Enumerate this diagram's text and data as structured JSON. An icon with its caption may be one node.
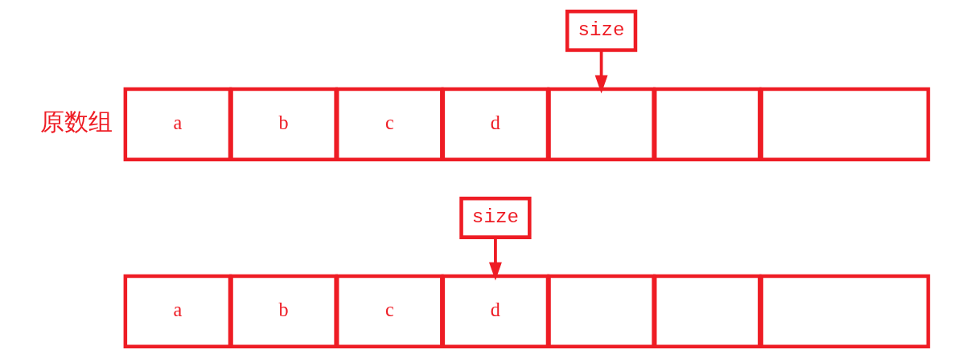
{
  "diagram": {
    "nodes": [
      {
        "text": [
          "size"
        ]
      },
      {
        "text": [
          "a"
        ]
      },
      {
        "text": [
          "b"
        ]
      },
      {
        "text": [
          "c"
        ]
      },
      {
        "text": [
          "d"
        ]
      },
      {
        "text": [],
        "shape": "box"
      },
      {
        "text": [],
        "shape": "box"
      },
      {
        "text": [],
        "shape": "box"
      },
      {
        "text": [
          "size"
        ]
      },
      {
        "text": [
          "a"
        ]
      },
      {
        "text": [
          "b"
        ]
      },
      {
        "text": [
          "c"
        ]
      },
      {
        "text": [
          "d"
        ]
      },
      {
        "text": [],
        "shape": "box"
      },
      {
        "text": [],
        "shape": "box"
      },
      {
        "text": [],
        "shape": "box"
      }
    ],
    "edges": [
      {
        "from": 0,
        "to": 5,
        "arrow": "to"
      },
      {
        "from": 8,
        "to": 12,
        "arrow": "to"
      }
    ],
    "labels": [
      "原数组"
    ]
  }
}
